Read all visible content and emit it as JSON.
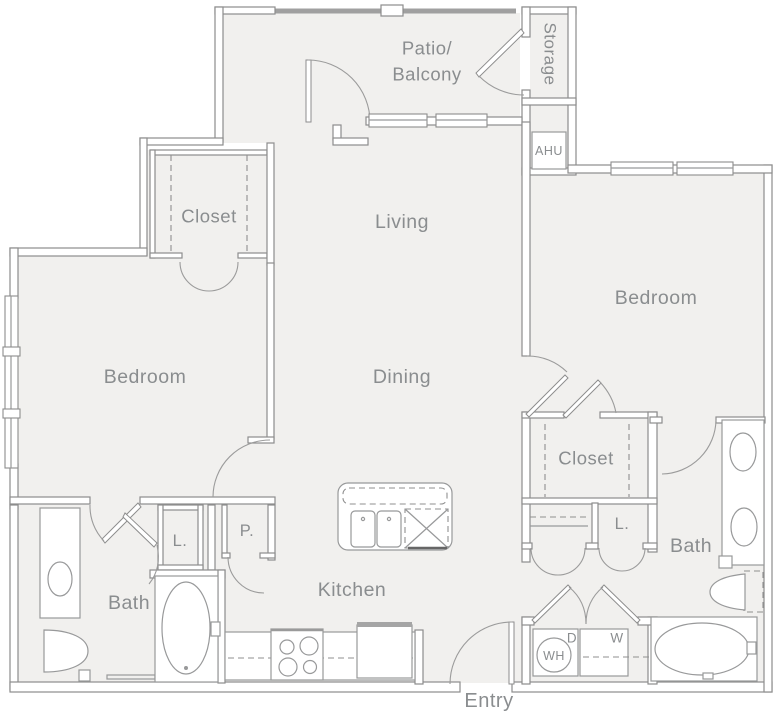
{
  "labels": {
    "patio_line1": "Patio/",
    "patio_line2": "Balcony",
    "storage": "Storage",
    "ahu": "AHU",
    "closet_left": "Closet",
    "living": "Living",
    "bedroom_right": "Bedroom",
    "bedroom_left": "Bedroom",
    "dining": "Dining",
    "closet_right": "Closet",
    "linen_right": "L.",
    "bath_right": "Bath",
    "linen_left": "L.",
    "pantry": "P.",
    "bath_left": "Bath",
    "kitchen": "Kitchen",
    "dryer": "D",
    "washer": "W",
    "water_heater": "WH",
    "entry": "Entry"
  },
  "colors": {
    "background": "#ffffff",
    "floor": "#f1f0ee",
    "wall_line": "#8d8d8d",
    "railing": "#a0a0a0",
    "text": "#8a8d8f"
  }
}
